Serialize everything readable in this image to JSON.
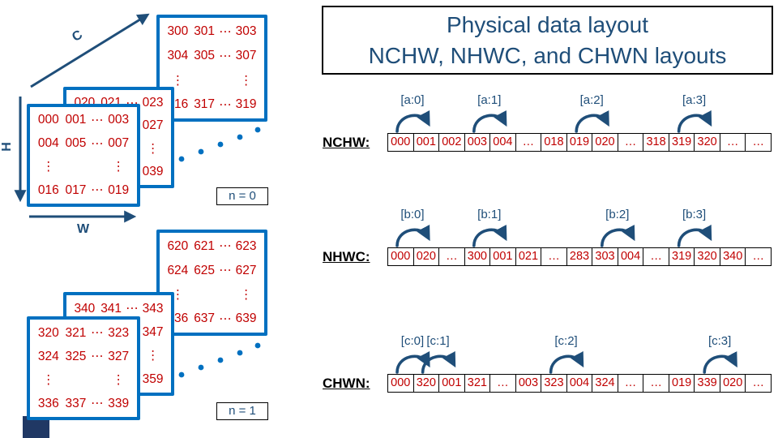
{
  "title": {
    "line1": "Physical data layout",
    "line2": "NCHW, NHWC, and CHWN layouts"
  },
  "colors": {
    "navy": "#1F4E79",
    "bright_blue": "#0070C0",
    "red": "#C00000",
    "black": "#000000",
    "corner_navy": "#203864"
  },
  "axes": {
    "c_label": "C",
    "h_label": "H",
    "w_label": "W"
  },
  "batch_labels": {
    "n0": "n = 0",
    "n1": "n = 1"
  },
  "tensor": {
    "top_stack": {
      "back": [
        [
          "300",
          "301",
          "⋯",
          "303"
        ],
        [
          "304",
          "305",
          "⋯",
          "307"
        ],
        [
          "⋮",
          "",
          "",
          "⋮"
        ],
        [
          "316",
          "317",
          "⋯",
          "319"
        ]
      ],
      "middle": [
        [
          "020",
          "021",
          "⋯",
          "023"
        ],
        [
          "",
          "",
          "",
          "027"
        ],
        [
          "",
          "",
          "",
          "⋮"
        ],
        [
          "",
          "",
          "",
          "039"
        ]
      ],
      "front": [
        [
          "000",
          "001",
          "⋯",
          "003"
        ],
        [
          "004",
          "005",
          "⋯",
          "007"
        ],
        [
          "⋮",
          "",
          "",
          "⋮"
        ],
        [
          "016",
          "017",
          "⋯",
          "019"
        ]
      ]
    },
    "bottom_stack": {
      "back": [
        [
          "620",
          "621",
          "⋯",
          "623"
        ],
        [
          "624",
          "625",
          "⋯",
          "627"
        ],
        [
          "⋮",
          "",
          "",
          "⋮"
        ],
        [
          "636",
          "637",
          "⋯",
          "639"
        ]
      ],
      "middle": [
        [
          "340",
          "341",
          "⋯",
          "343"
        ],
        [
          "",
          "",
          "",
          "347"
        ],
        [
          "",
          "",
          "",
          "⋮"
        ],
        [
          "",
          "",
          "",
          "359"
        ]
      ],
      "front": [
        [
          "320",
          "321",
          "⋯",
          "323"
        ],
        [
          "324",
          "325",
          "⋯",
          "327"
        ],
        [
          "⋮",
          "",
          "",
          "⋮"
        ],
        [
          "336",
          "337",
          "⋯",
          "339"
        ]
      ]
    }
  },
  "memory_rows": [
    {
      "label": "NCHW:",
      "cells": [
        "000",
        "001",
        "002",
        "003",
        "004",
        "…",
        "018",
        "019",
        "020",
        "…",
        "318",
        "319",
        "320",
        "…",
        "…"
      ],
      "arrows": [
        {
          "label": "[a:0]",
          "from": 0,
          "to": 1
        },
        {
          "label": "[a:1]",
          "from": 3,
          "to": 4
        },
        {
          "label": "[a:2]",
          "from": 7,
          "to": 8
        },
        {
          "label": "[a:3]",
          "from": 11,
          "to": 12
        }
      ]
    },
    {
      "label": "NHWC:",
      "cells": [
        "000",
        "020",
        "…",
        "300",
        "001",
        "021",
        "…",
        "283",
        "303",
        "004",
        "…",
        "319",
        "320",
        "340",
        "…"
      ],
      "arrows": [
        {
          "label": "[b:0]",
          "from": 0,
          "to": 1
        },
        {
          "label": "[b:1]",
          "from": 3,
          "to": 4
        },
        {
          "label": "[b:2]",
          "from": 8,
          "to": 9
        },
        {
          "label": "[b:3]",
          "from": 11,
          "to": 12
        }
      ]
    },
    {
      "label": "CHWN:",
      "cells": [
        "000",
        "320",
        "001",
        "321",
        "…",
        "003",
        "323",
        "004",
        "324",
        "…",
        "…",
        "019",
        "339",
        "020",
        "…"
      ],
      "arrows": [
        {
          "label": "[c:0]",
          "from": 0,
          "to": 1
        },
        {
          "label": "[c:1]",
          "from": 1,
          "to": 2
        },
        {
          "label": "[c:2]",
          "from": 6,
          "to": 7
        },
        {
          "label": "[c:3]",
          "from": 12,
          "to": 13
        }
      ]
    }
  ]
}
